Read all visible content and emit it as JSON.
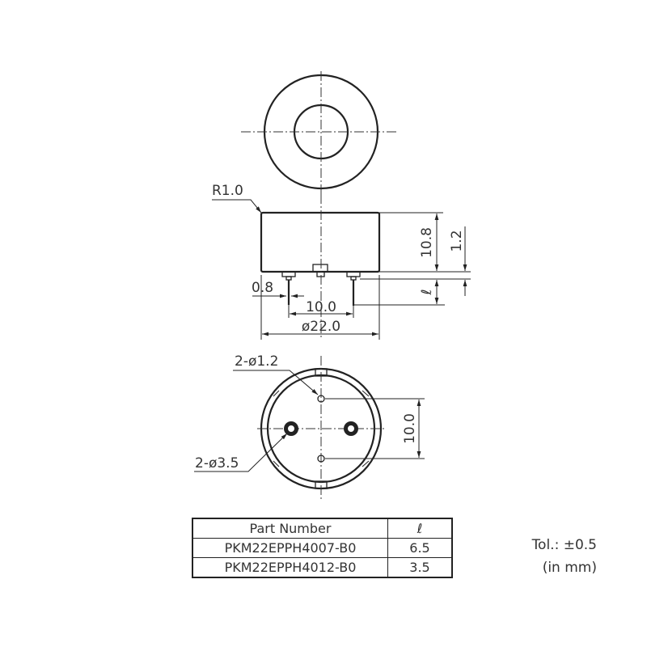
{
  "dimensions": {
    "radius": "R1.0",
    "height": "10.8",
    "pin_offset": "1.2",
    "pin_length_symbol": "ℓ",
    "pin_width": "0.8",
    "pin_spacing": "10.0",
    "diameter": "ø22.0",
    "small_holes": "2-ø1.2",
    "large_holes": "2-ø3.5",
    "hole_spacing": "10.0"
  },
  "table": {
    "headers": [
      "Part Number",
      "ℓ"
    ],
    "rows": [
      [
        "PKM22EPPH4007-B0",
        "6.5"
      ],
      [
        "PKM22EPPH4012-B0",
        "3.5"
      ]
    ]
  },
  "notes": {
    "tolerance": "Tol.: ±0.5",
    "units": "(in mm)"
  }
}
